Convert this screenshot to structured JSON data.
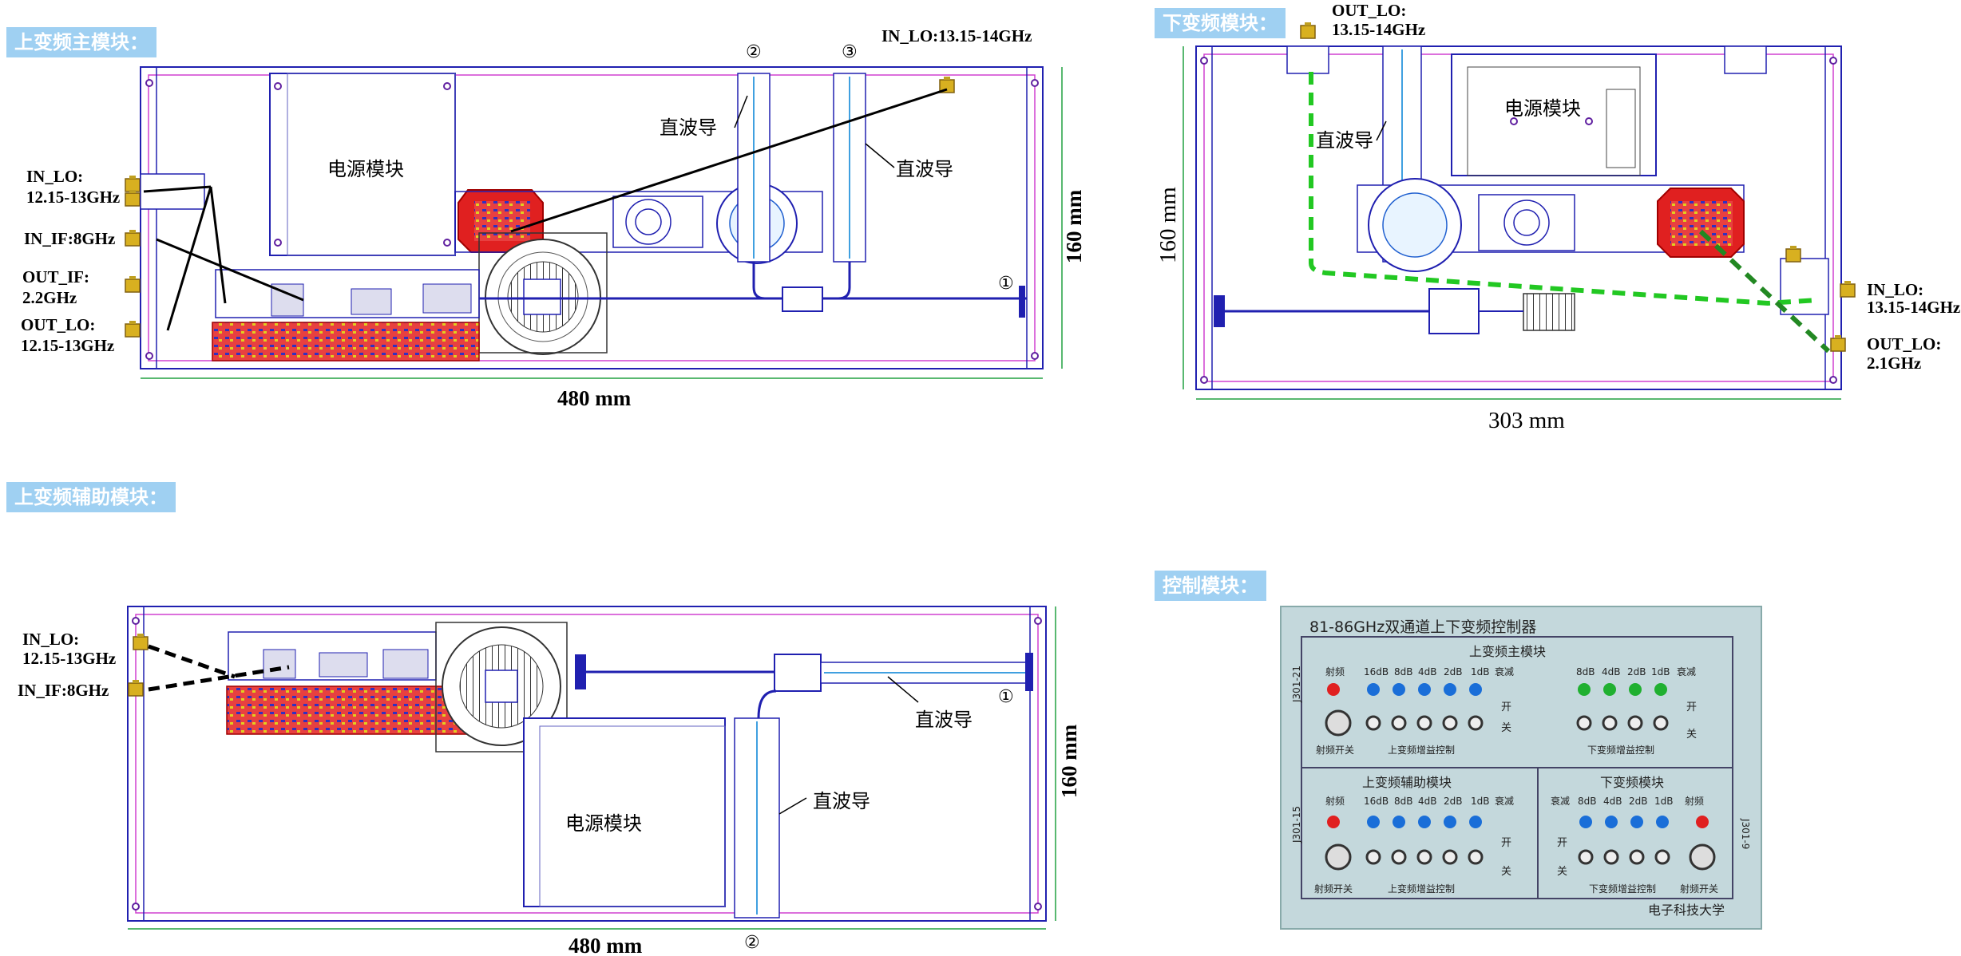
{
  "sections": {
    "up_main": "上变频主模块：",
    "down": "下变频模块：",
    "up_aux": "上变频辅助模块：",
    "control": "控制模块："
  },
  "up_main": {
    "in_lo_left_1": "IN_LO:",
    "in_lo_left_2": "12.15-13GHz",
    "in_if": "IN_IF:8GHz",
    "out_if_1": "OUT_IF:",
    "out_if_2": "2.2GHz",
    "out_lo_1": "OUT_LO:",
    "out_lo_2": "12.15-13GHz",
    "in_lo_top": "IN_LO:13.15-14GHz",
    "power": "电源模块",
    "waveguide_a": "直波导",
    "waveguide_b": "直波导",
    "mark_1": "①",
    "mark_2": "②",
    "mark_3": "③",
    "width": "480 mm",
    "height": "160 mm"
  },
  "down": {
    "out_lo_1": "OUT_LO:",
    "out_lo_2": "13.15-14GHz",
    "power": "电源模块",
    "waveguide": "直波导",
    "in_lo_1": "IN_LO:",
    "in_lo_2": "13.15-14GHz",
    "out_lo_r_1": "OUT_LO:",
    "out_lo_r_2": "2.1GHz",
    "width": "303 mm",
    "height": "160 mm"
  },
  "up_aux": {
    "in_lo_1": "IN_LO:",
    "in_lo_2": "12.15-13GHz",
    "in_if": "IN_IF:8GHz",
    "power": "电源模块",
    "waveguide_a": "直波导",
    "waveguide_b": "直波导",
    "mark_1": "①",
    "mark_2": "②",
    "width": "480 mm",
    "height": "160 mm"
  },
  "control": {
    "title": "81-86GHz双通道上下变频控制器",
    "up_main_label": "上变频主模块",
    "up_aux_label": "上变频辅助模块",
    "down_label": "下变频模块",
    "attn": "衰减",
    "rf": "射频",
    "on": "开",
    "off": "关",
    "rf_switch": "射频开关",
    "up_gain": "上变频增益控制",
    "down_gain": "下变频增益控制",
    "db16": "16dB",
    "db8": "8dB",
    "db4": "4dB",
    "db2": "2dB",
    "db1": "1dB",
    "j1": "J301-21",
    "j2": "J301-15",
    "j3": "J301-9",
    "university": "电子科技大学"
  },
  "colors": {
    "frame": "#2020b0",
    "frame_pink": "#d040d0",
    "pcb_red": "#e02020",
    "connector": "#d8b020",
    "dash_green": "#22c822",
    "section_bg": "#9fd0f2",
    "panel_bg": "#c4d8dc",
    "led_red": "#e02020",
    "led_blue": "#1a6ed8",
    "led_green": "#20b030"
  }
}
